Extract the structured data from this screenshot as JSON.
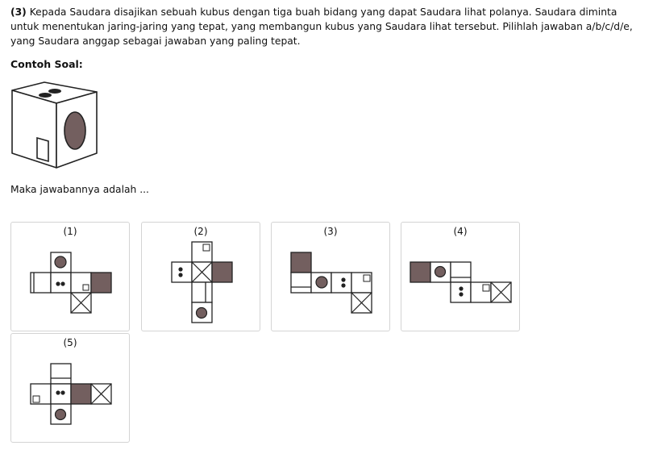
{
  "question": {
    "number": "(3)",
    "text": "Kepada Saudara disajikan sebuah kubus dengan tiga buah bidang yang dapat Saudara lihat polanya. Saudara diminta untuk menentukan jaring-jaring yang tepat, yang membangun kubus yang Saudara lihat tersebut. Pilihlah jawaban a/b/c/d/e, yang Saudara anggap sebagai jawaban yang paling tepat."
  },
  "example_label": "Contoh Soal:",
  "answer_prompt": "Maka jawabannya adalah ...",
  "options": [
    {
      "label": "(1)"
    },
    {
      "label": "(2)"
    },
    {
      "label": "(3)"
    },
    {
      "label": "(4)"
    },
    {
      "label": "(5)"
    }
  ],
  "colors": {
    "face_fill": "#735f5f",
    "stroke": "#222222",
    "border": "#d4d4d4"
  }
}
